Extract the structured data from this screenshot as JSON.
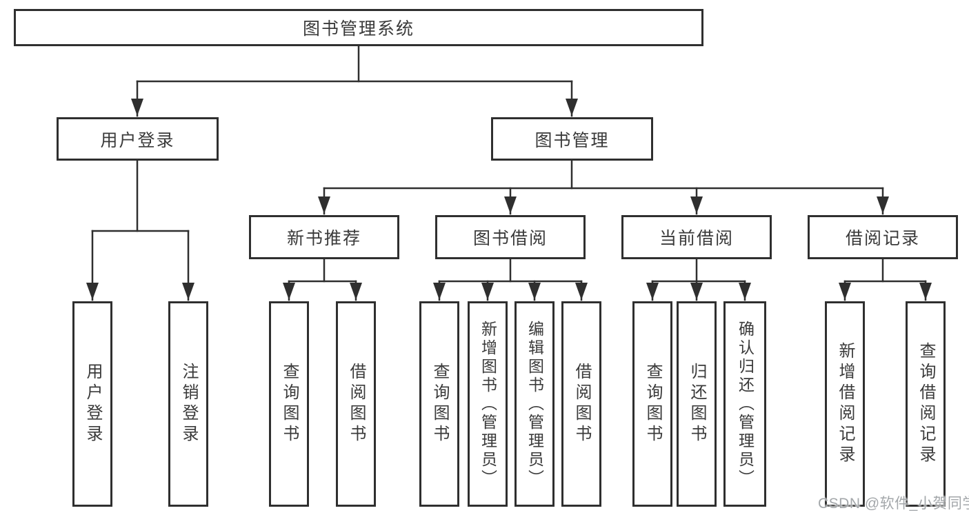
{
  "tree": {
    "label": "图书管理系统",
    "children": [
      {
        "label": "用户登录",
        "children": [
          {
            "label": "用户登录"
          },
          {
            "label": "注销登录"
          }
        ]
      },
      {
        "label": "图书管理",
        "children": [
          {
            "label": "新书推荐",
            "children": [
              {
                "label": "查询图书"
              },
              {
                "label": "借阅图书"
              }
            ]
          },
          {
            "label": "图书借阅",
            "children": [
              {
                "label": "查询图书"
              },
              {
                "label": "新增图书（管理员）"
              },
              {
                "label": "编辑图书（管理员）"
              },
              {
                "label": "借阅图书"
              }
            ]
          },
          {
            "label": "当前借阅",
            "children": [
              {
                "label": "查询图书"
              },
              {
                "label": "归还图书"
              },
              {
                "label": "确认归还（管理员）"
              }
            ]
          },
          {
            "label": "借阅记录",
            "children": [
              {
                "label": "新增借阅记录"
              },
              {
                "label": "查询借阅记录"
              }
            ]
          }
        ]
      }
    ]
  },
  "watermark": {
    "text": "CSDN @软件_小贺同学"
  },
  "colors": {
    "line": "#2f2f2f",
    "text": "#3a3a3a",
    "watermark": "#a3a7aa",
    "background": "#ffffff"
  }
}
